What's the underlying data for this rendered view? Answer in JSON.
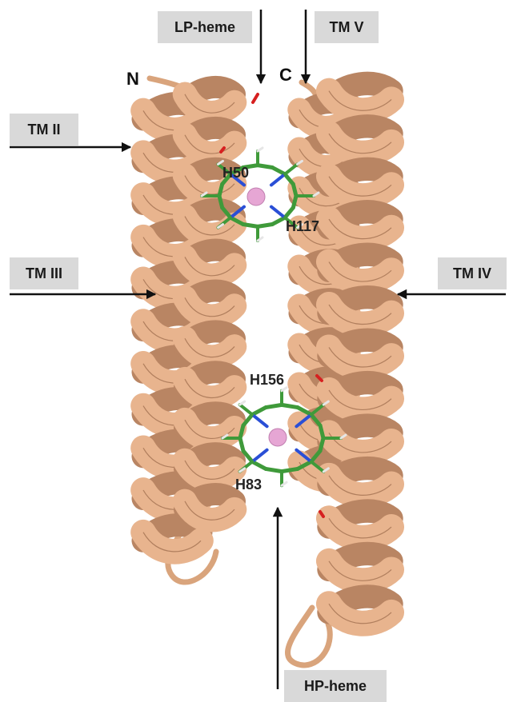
{
  "labels": {
    "lp_heme": "LP-heme",
    "tm_v": "TM V",
    "tm_ii": "TM II",
    "tm_iii": "TM III",
    "tm_iv": "TM IV",
    "hp_heme": "HP-heme"
  },
  "termini": {
    "n": "N",
    "c": "C"
  },
  "residues": {
    "h50": "H50",
    "h117": "H117",
    "h156": "H156",
    "h83": "H83"
  },
  "colors": {
    "helix": "#e8b48e",
    "helix_shadow": "#b98563",
    "heme": "#3f9a3a",
    "nitrogen": "#2a4fd6",
    "oxygen": "#d62020",
    "iron": "#e6a6d4",
    "label_bg": "#d9d9d9"
  }
}
